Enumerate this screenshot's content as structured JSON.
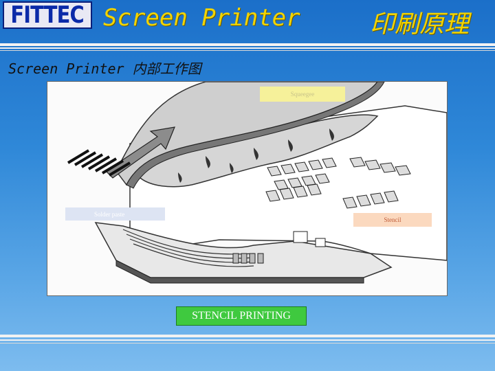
{
  "header": {
    "logo_text": "FITTEC",
    "title_en": "Screen Printer",
    "title_cn": "印刷原理"
  },
  "subtitle": "Screen Printer 内部工作图",
  "diagram": {
    "labels": {
      "squeegee": "Squeegee",
      "solder_paste": "Solder paste",
      "stencil": "Stencil"
    },
    "caption": "STENCIL PRINTING"
  },
  "colors": {
    "background_top": "#1b6fc9",
    "background_bottom": "#7dbcef",
    "title": "#f2d400",
    "logo_text": "#0b2aa8",
    "caption_bg": "#3fc93f"
  }
}
